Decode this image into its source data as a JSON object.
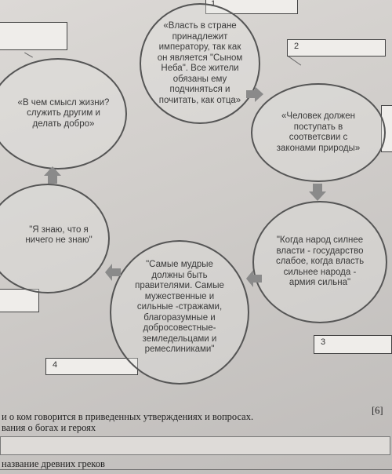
{
  "labels": {
    "box1": "1",
    "box2": "2",
    "box3": "3",
    "box4": "4"
  },
  "circles": {
    "top": [
      "«Власть в стране",
      "принадлежит",
      "императору, так как",
      "он является \"Сыном",
      "Неба\". Все жители",
      "обязаны ему",
      "подчиняться и",
      "почитать, как отца»"
    ],
    "right": [
      "«Человек должен",
      "поступать в",
      "соответсвии с",
      "законами природы»"
    ],
    "lower_right": [
      "\"Когда народ силнее",
      "власти - государство",
      "слабое, когда власть",
      "сильнее народа -",
      "армия сильна\""
    ],
    "bottom": [
      "\"Самые мудрые",
      "должны быть",
      "правителями. Самые",
      "мужественные и",
      "сильные -стражами,",
      "благоразумные и",
      "добросовестные-",
      "земледельцами и",
      "ремеслиниками\""
    ],
    "left": [
      "\"Я знаю, что я",
      "ничего не знаю\""
    ],
    "upper_left": [
      "«В чем смысл жизни?",
      "служить другим и",
      "делать добро»"
    ]
  },
  "footer": {
    "line1": "и о ком говорится в приведенных утверждениях и вопросах.",
    "marks": "[6]",
    "line2": "вания о богах и героях",
    "line3": "название древних греков"
  }
}
